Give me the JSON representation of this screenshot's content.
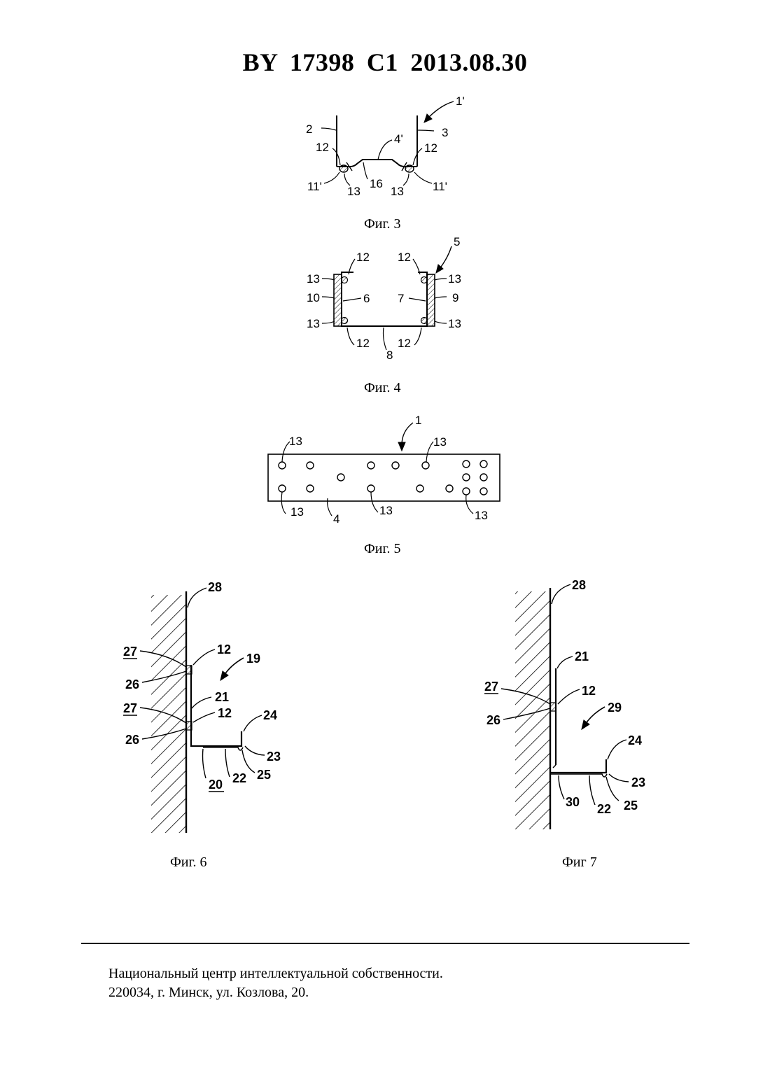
{
  "header": {
    "title": "BY  17398  C1  2013.08.30"
  },
  "figures": {
    "fig3": {
      "caption": "Фиг. 3",
      "labels": {
        "l1p": "1'",
        "l2": "2",
        "l3": "3",
        "l4p": "4'",
        "l12a": "12",
        "l12b": "12",
        "l11a": "11'",
        "l11b": "11'",
        "l13a": "13",
        "l13b": "13",
        "l16": "16"
      }
    },
    "fig4": {
      "caption": "Фиг. 4",
      "labels": {
        "l5": "5",
        "l12a": "12",
        "l12b": "12",
        "l12c": "12",
        "l12d": "12",
        "l13a": "13",
        "l13b": "13",
        "l13c": "13",
        "l13d": "13",
        "l10": "10",
        "l6": "6",
        "l7": "7",
        "l9": "9",
        "l8": "8"
      }
    },
    "fig5": {
      "caption": "Фиг. 5",
      "labels": {
        "l1": "1",
        "l13a": "13",
        "l13b": "13",
        "l13c": "13",
        "l13d": "13",
        "l13e": "13",
        "l4": "4"
      }
    },
    "fig6": {
      "caption": "Фиг. 6",
      "labels": {
        "l28": "28",
        "l27a": "27",
        "l27b": "27",
        "l12a": "12",
        "l12b": "12",
        "l19": "19",
        "l26a": "26",
        "l26b": "26",
        "l21": "21",
        "l24": "24",
        "l23": "23",
        "l20": "20",
        "l22": "22",
        "l25": "25"
      }
    },
    "fig7": {
      "caption": "Фиг 7",
      "labels": {
        "l28": "28",
        "l21": "21",
        "l27": "27",
        "l12": "12",
        "l29": "29",
        "l26": "26",
        "l24": "24",
        "l23": "23",
        "l30": "30",
        "l22": "22",
        "l25": "25"
      }
    }
  },
  "footer": {
    "line1": "Национальный центр интеллектуальной собственности.",
    "line2": "220034, г. Минск, ул. Козлова, 20."
  }
}
